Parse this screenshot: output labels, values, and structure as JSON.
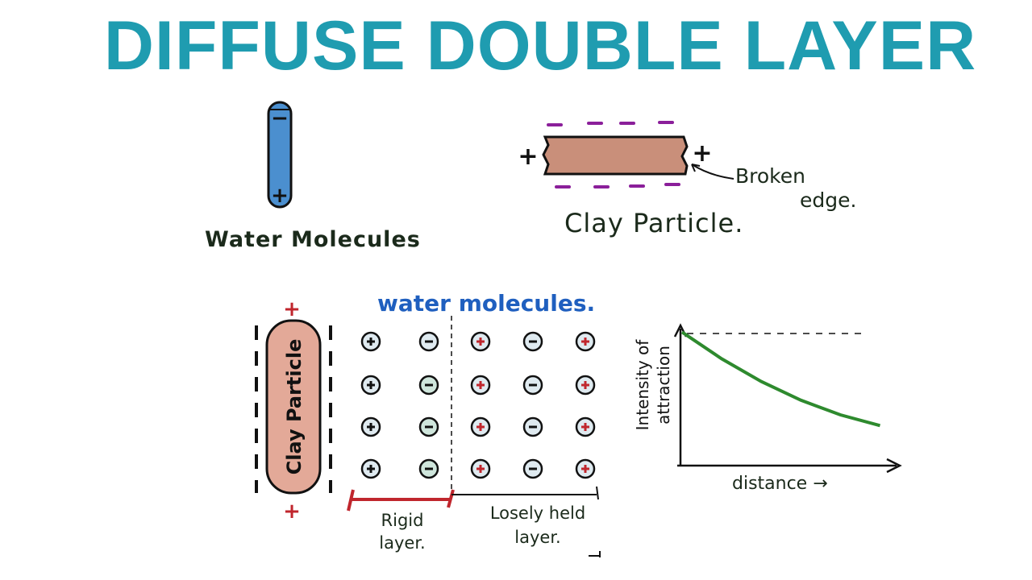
{
  "title": "DIFFUSE DOUBLE LAYER",
  "colors": {
    "title": "#1f9cb0",
    "ink": "#1b2a1b",
    "water_blue": "#4b8fcf",
    "clay_fill": "#c98f7a",
    "purple": "#8b1f9a",
    "red": "#c0262d",
    "blue_text": "#1f5fbf",
    "curve_green": "#2e8a2e",
    "cation_center": "#c0262d"
  },
  "water_molecule": {
    "label": "Water Molecules",
    "top_sign": "−",
    "bottom_sign": "+"
  },
  "clay_particle": {
    "label": "Clay Particle.",
    "edge_sign": "+",
    "broken_edge_line1": "Broken",
    "broken_edge_line2": "edge."
  },
  "layer_diagram": {
    "heading": "water molecules.",
    "clay_label": "Clay Particle",
    "end_sign": "+",
    "rigid_line1": "Rigid",
    "rigid_line2": "layer.",
    "loose_line1": "Losely held",
    "loose_line2": "layer."
  },
  "chart_data": {
    "type": "line",
    "title": "",
    "xlabel": "distance →",
    "ylabel_line1": "Intensity of",
    "ylabel_line2": "attraction",
    "series": [
      {
        "x": [
          0,
          0.2,
          0.4,
          0.6,
          0.8,
          1.0
        ],
        "y": [
          1.0,
          0.8,
          0.63,
          0.49,
          0.38,
          0.3
        ]
      }
    ],
    "xlim": [
      0,
      1.1
    ],
    "ylim": [
      0,
      1.05
    ],
    "grid": false
  }
}
